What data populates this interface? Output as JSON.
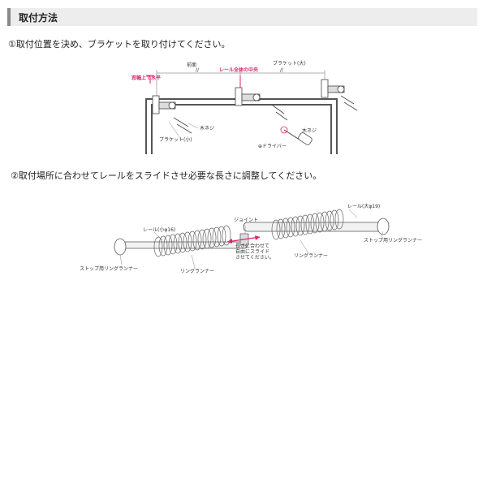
{
  "section_title": "取付方法",
  "step1_text": "①取付位置を決め、ブラケットを取り付けてください。",
  "step2_text": "②取付場所に合わせてレールをスライドさせ必要な長さに調整してください。",
  "figure1": {
    "label_level": "窓幅上で水平",
    "label_front": "前面",
    "label_center": "レール全体の中央",
    "label_bracket_large": "ブラケット(大)",
    "label_screw_left": "木ネジ",
    "label_screw_right": "木ネジ",
    "label_bracket_small": "ブラケット(小)",
    "label_driver": "⊕ドライバー",
    "accent_color": "#e0226e"
  },
  "figure2": {
    "label_rail_small": "レール(小φ16)",
    "label_joint": "ジョイント",
    "label_rail_large": "レール(大φ19)",
    "label_stop_runner_right": "ストップ用リングランナー",
    "label_slide_note_1": "長さに合わせて",
    "label_slide_note_2": "自由にスライド",
    "label_slide_note_3": "させてください。",
    "label_ring_runner_right": "リングランナー",
    "label_stop_runner_left": "ストップ用リングランナー",
    "label_ring_runner_left": "リングランナー"
  }
}
